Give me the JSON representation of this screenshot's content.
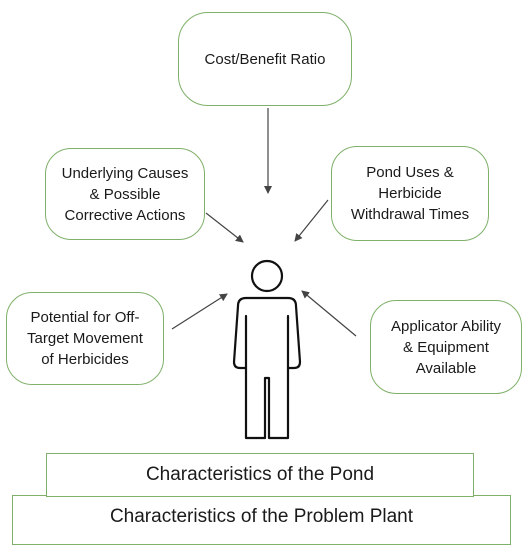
{
  "center": {
    "top": "Cost/Benefit Ratio",
    "upper_left": [
      "Underlying Causes",
      "& Possible",
      "Corrective Actions"
    ],
    "upper_right": [
      "Pond Uses &",
      "Herbicide",
      "Withdrawal Times"
    ],
    "lower_left": [
      "Potential for Off-",
      "Target Movement",
      "of Herbicides"
    ],
    "lower_right": [
      "Applicator Ability",
      "& Equipment",
      "Available"
    ]
  },
  "base": {
    "pond": "Characteristics of the Pond",
    "plant": "Characteristics of the Problem Plant"
  },
  "colors": {
    "border": "#7fb069",
    "arrow": "#444444",
    "figure": "#111111",
    "text": "#1a1a1a"
  },
  "icons": {
    "figure": "person-icon"
  }
}
